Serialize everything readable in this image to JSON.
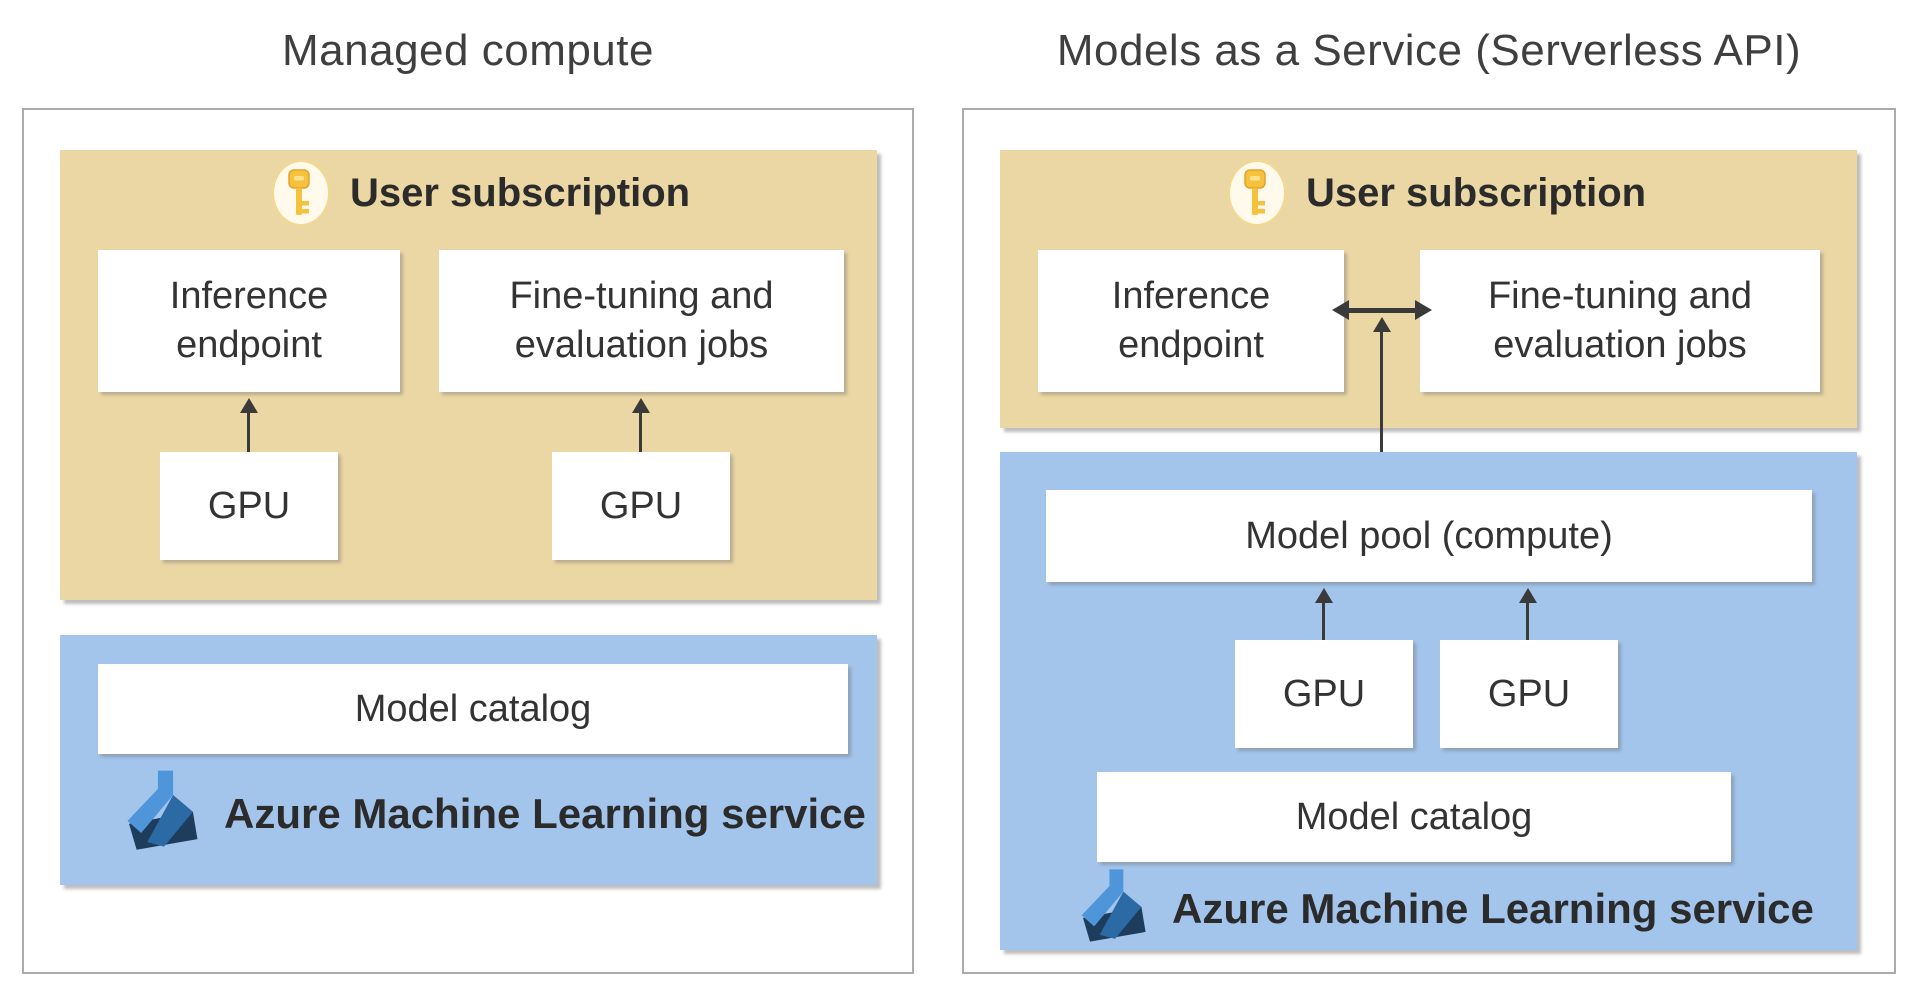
{
  "colors": {
    "canvas-bg": "#ffffff",
    "panel-border": "#ababab",
    "subscription-bg": "#ebd7a4",
    "service-bg": "#a3c4eb",
    "box-bg": "#ffffff",
    "title-text": "#3f3f3f",
    "body-text": "#333333",
    "heading-text": "#2b2b2b",
    "arrow": "#3a3a3a",
    "key-gold": "#f6c13d",
    "key-gold-dark": "#e3a42e",
    "key-gold-light": "#fbe189",
    "key-oval-bg": "#fffaec",
    "key-oval-border": "#f3d98f",
    "flask-light": "#4e96d9",
    "flask-mid": "#2c6aa6",
    "flask-dark": "#1e3d5c"
  },
  "left_panel": {
    "title": "Managed compute",
    "subscription_label": "User subscription",
    "inference_label": "Inference endpoint",
    "finetuning_label": "Fine-tuning and evaluation jobs",
    "gpu_label_1": "GPU",
    "gpu_label_2": "GPU",
    "model_catalog_label": "Model catalog",
    "service_label": "Azure Machine Learning service"
  },
  "right_panel": {
    "title": "Models as a Service (Serverless API)",
    "subscription_label": "User subscription",
    "inference_label": "Inference endpoint",
    "finetuning_label": "Fine-tuning and evaluation jobs",
    "model_pool_label": "Model pool (compute)",
    "gpu_label_1": "GPU",
    "gpu_label_2": "GPU",
    "model_catalog_label": "Model catalog",
    "service_label": "Azure Machine Learning service"
  }
}
